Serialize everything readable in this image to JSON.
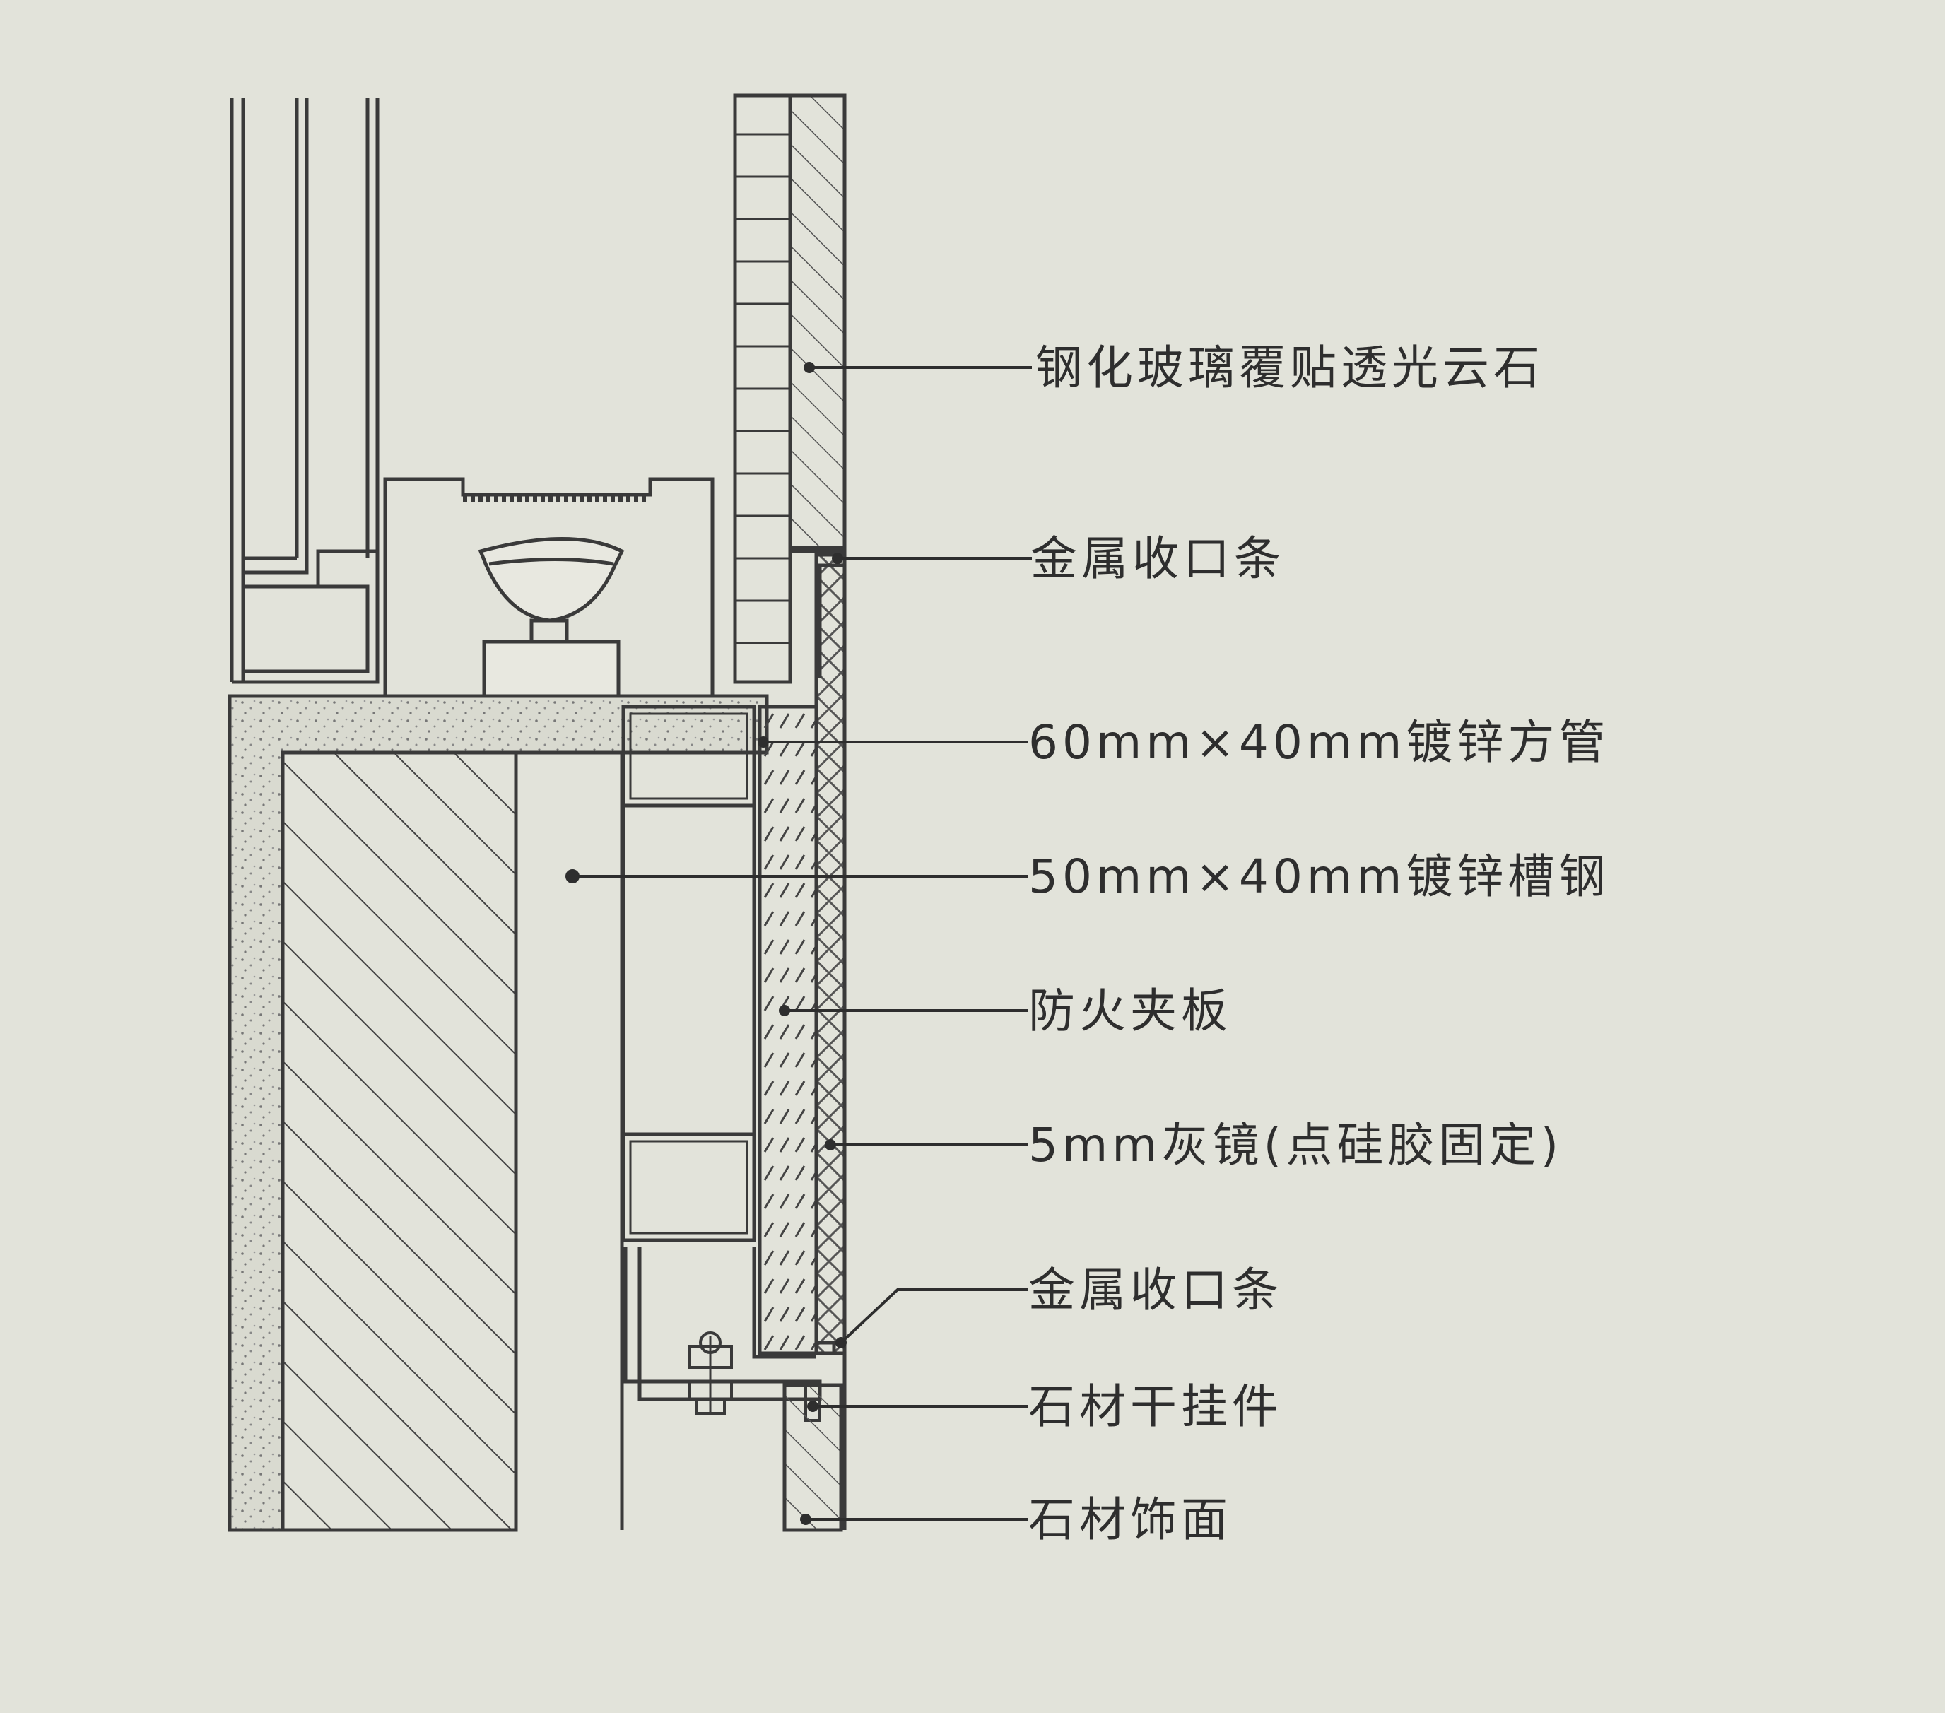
{
  "colors": {
    "paper": "#e2e3da",
    "ink": "#3a3a3a",
    "hatch": "#4a4a4a",
    "concrete_fill": "#d9dad0"
  },
  "labels": [
    {
      "id": "tempered-glass-onyx",
      "text": "钢化玻璃覆贴透光云石"
    },
    {
      "id": "metal-trim-top",
      "text": "金属收口条"
    },
    {
      "id": "square-tube",
      "text": "60mm×40mm镀锌方管"
    },
    {
      "id": "channel-steel",
      "text": "50mm×40mm镀锌槽钢"
    },
    {
      "id": "fire-board",
      "text": "防火夹板"
    },
    {
      "id": "grey-mirror",
      "text": "5mm灰镜(点硅胶固定)"
    },
    {
      "id": "metal-trim-bottom",
      "text": "金属收口条"
    },
    {
      "id": "stone-hanger",
      "text": "石材干挂件"
    },
    {
      "id": "stone-finish",
      "text": "石材饰面"
    }
  ]
}
